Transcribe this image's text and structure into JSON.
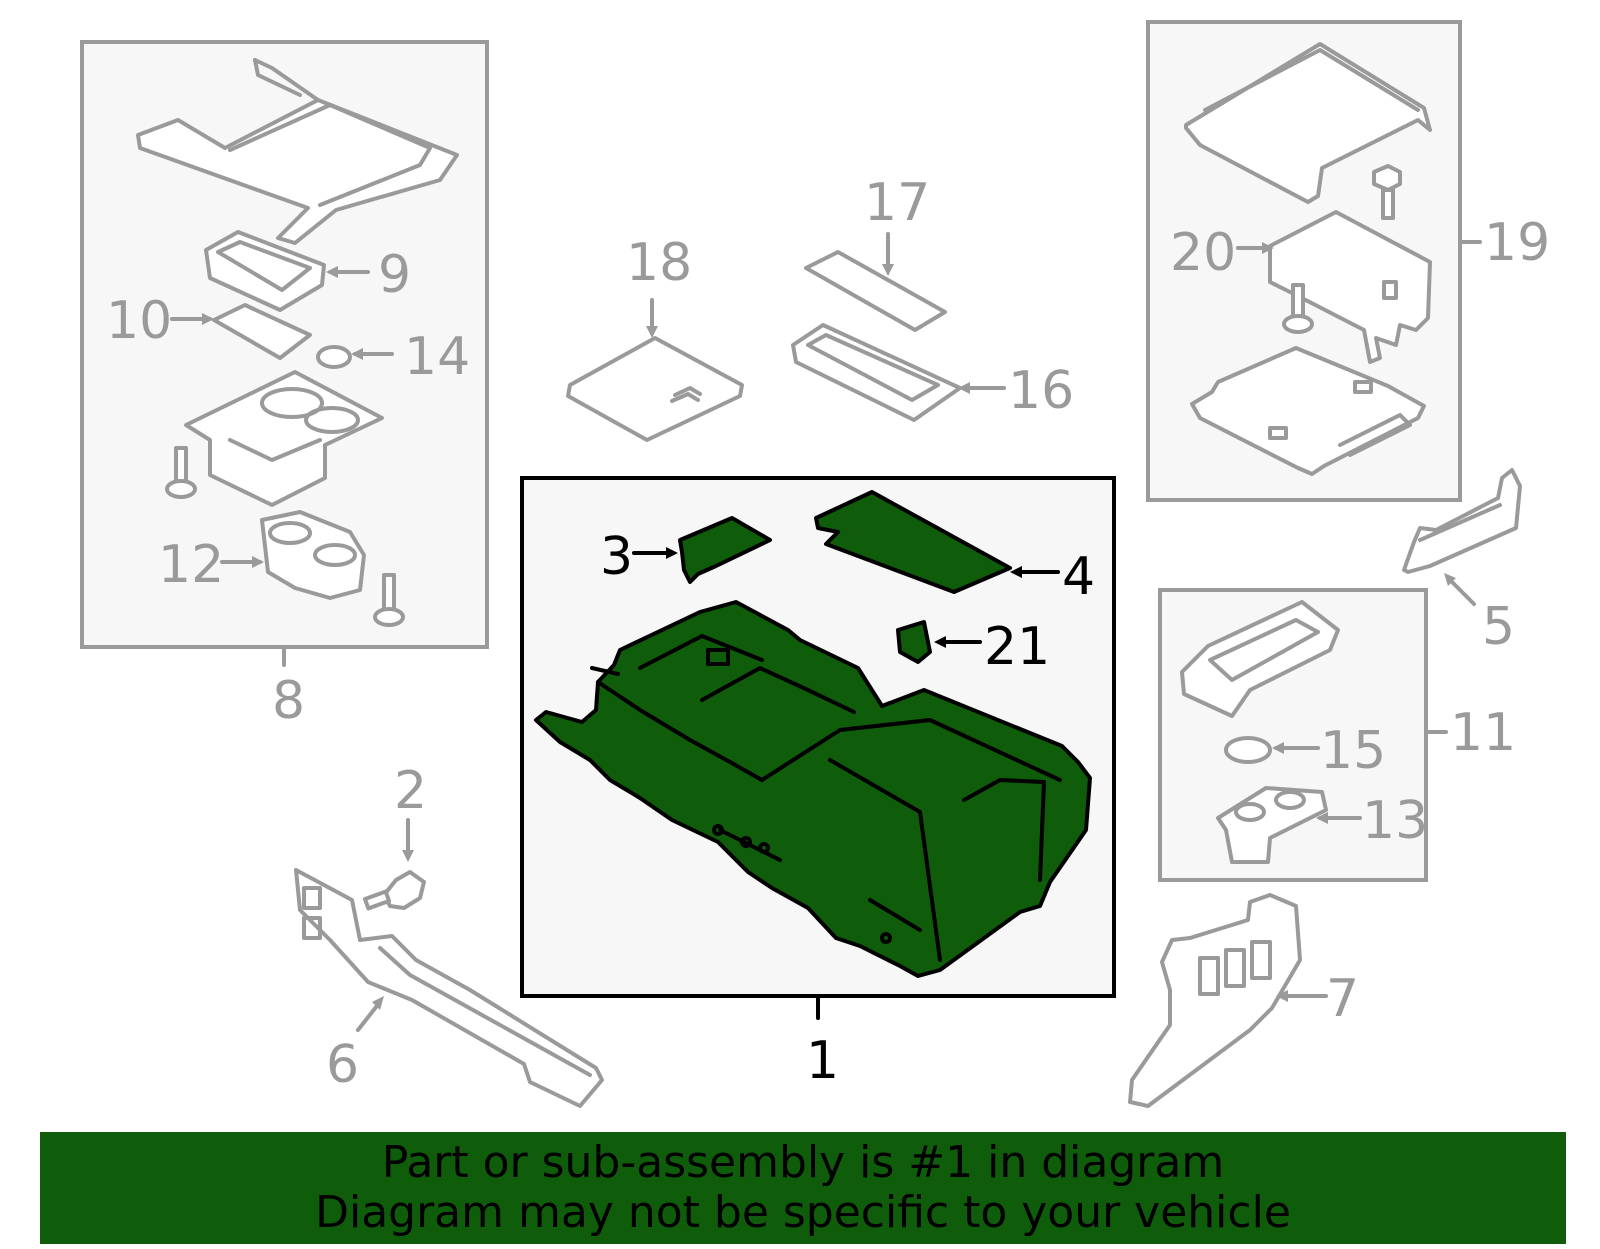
{
  "callouts": {
    "c1": "1",
    "c2": "2",
    "c3": "3",
    "c4": "4",
    "c5": "5",
    "c6": "6",
    "c7": "7",
    "c8": "8",
    "c9": "9",
    "c10": "10",
    "c11": "11",
    "c12": "12",
    "c13": "13",
    "c14": "14",
    "c15": "15",
    "c16": "16",
    "c17": "17",
    "c18": "18",
    "c19": "19",
    "c20": "20",
    "c21": "21"
  },
  "highlighted_part": "1",
  "colors": {
    "highlight": "#0f5c0a",
    "outline_grey": "#9a9a9a",
    "box_bg": "#f7f7f7"
  },
  "banner": {
    "line1": "Part or sub-assembly is #1 in diagram",
    "line2": "Diagram may not be specific to your vehicle"
  }
}
